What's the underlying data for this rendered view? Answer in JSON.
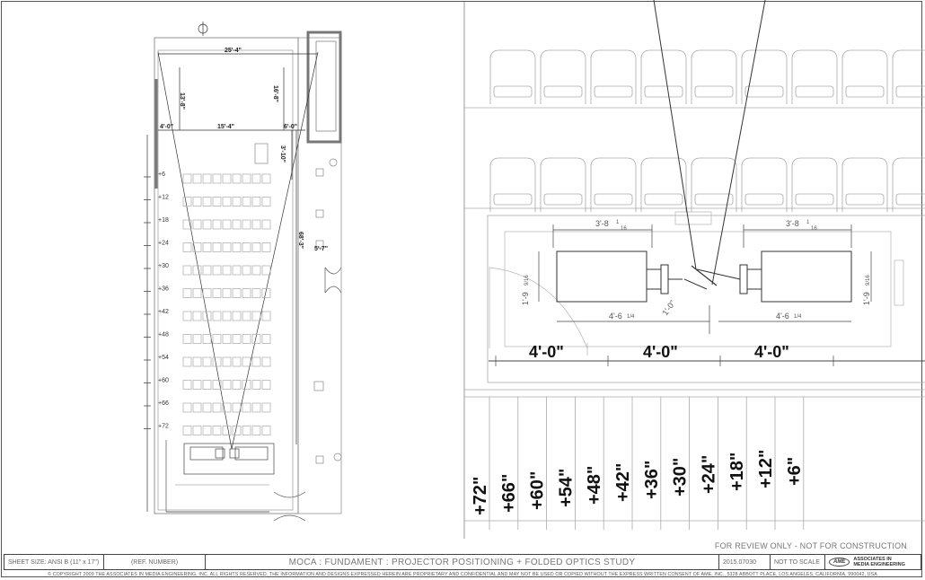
{
  "drawing": {
    "plan_dims": {
      "width_overall": "25'-4\"",
      "left_offset": "4'-0\"",
      "screen_span": "15'-4\"",
      "right_offset": "6'-0\"",
      "depth_a": "13'-8\"",
      "depth_b": "16'-8\"",
      "depth_c": "3'-10\"",
      "room_length": "68'-3\"",
      "door_width": "5'-7\""
    },
    "row_heights": [
      "+6",
      "+12",
      "+18",
      "+24",
      "+30",
      "+36",
      "+42",
      "+48",
      "+54",
      "+60",
      "+66",
      "+72"
    ],
    "detail_dims": {
      "proj_length_left": "3'-8",
      "proj_length_right": "3'-8",
      "fraction_num": "1",
      "fraction_den": "16",
      "proj_depth_left": "1'-9",
      "proj_depth_right": "1'-9",
      "depth_frac": "9/16",
      "lens_dist_left": "4'-6",
      "lens_dist_right": "4'-6",
      "lens_frac": "1/4",
      "mirror_gap": "1'-0\"",
      "spacing_1": "4'-0\"",
      "spacing_2": "4'-0\"",
      "spacing_3": "4'-0\""
    },
    "riser_labels": [
      "+72\"",
      "+66\"",
      "+60\"",
      "+54\"",
      "+48\"",
      "+42\"",
      "+36\"",
      "+30\"",
      "+24\"",
      "+18\"",
      "+12\"",
      "+6\""
    ]
  },
  "review_note": "FOR REVIEW ONLY - NOT FOR CONSTRUCTION",
  "title_block": {
    "sheet_size": "SHEET SIZE: ANSI B (11\" x 17\")",
    "ref_number": "(REF. NUMBER)",
    "title": "MOCA : FUNDAMENT : PROJECTOR POSITIONING + FOLDED OPTICS STUDY",
    "date": "2015.07030",
    "scale": "NOT TO SCALE",
    "logo_mark": "AME",
    "logo_line1": "ASSOCIATES IN",
    "logo_line2": "MEDIA ENGINEERING"
  },
  "copyright": "© COPYRIGHT 2009 THE ASSOCIATES IN MEDIA ENGINEERING, INC. ALL RIGHTS RESERVED. THE INFORMATION AND DESIGNS EXPRESSED HEREIN ARE PROPRIETARY AND CONFIDENTIAL AND MAY NOT BE USED OR COPIED WITHOUT THE EXPRESS WRITTEN CONSENT OF AME, INC., 5328 ABBOTT PLACE, LOS ANGELES, CALIFORNIA, 990042, USA",
  "colors": {
    "line": "#333333",
    "light": "#aaaaaa",
    "wall": "#888888"
  }
}
